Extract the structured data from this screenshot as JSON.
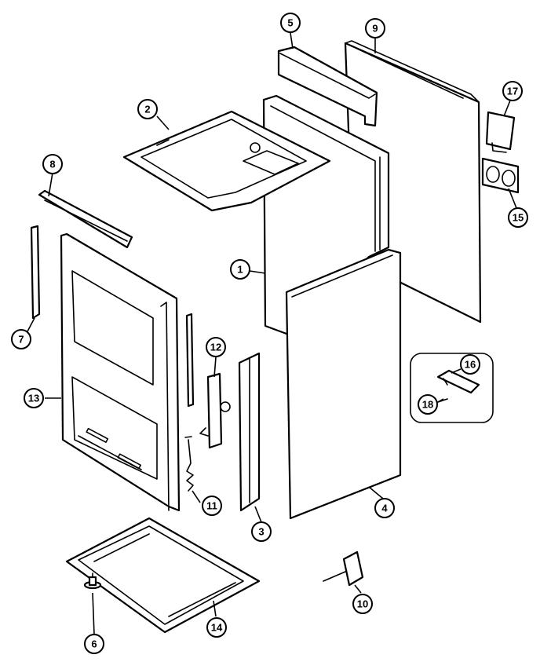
{
  "callouts": [
    {
      "id": "c5",
      "label": "5"
    },
    {
      "id": "c9",
      "label": "9"
    },
    {
      "id": "c17",
      "label": "17"
    },
    {
      "id": "c2",
      "label": "2"
    },
    {
      "id": "c8",
      "label": "8"
    },
    {
      "id": "c15",
      "label": "15"
    },
    {
      "id": "c1",
      "label": "1"
    },
    {
      "id": "c7",
      "label": "7"
    },
    {
      "id": "c12",
      "label": "12"
    },
    {
      "id": "c13",
      "label": "13"
    },
    {
      "id": "c16",
      "label": "16"
    },
    {
      "id": "c18",
      "label": "18"
    },
    {
      "id": "c11",
      "label": "11"
    },
    {
      "id": "c3",
      "label": "3"
    },
    {
      "id": "c4",
      "label": "4"
    },
    {
      "id": "c10",
      "label": "10"
    },
    {
      "id": "c14",
      "label": "14"
    },
    {
      "id": "c6",
      "label": "6"
    }
  ]
}
